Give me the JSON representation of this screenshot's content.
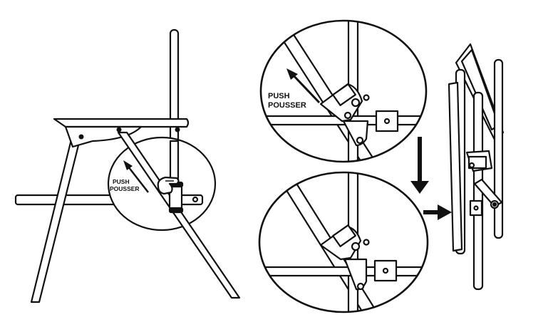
{
  "diagram": {
    "instruction_text": {
      "line1": "PUSH",
      "line2": "POUSSER"
    },
    "colors": {
      "stroke": "#111111",
      "background": "#ffffff"
    },
    "panels": [
      "chair-with-detail-circle",
      "closeup-push-latch",
      "closeup-latch-released",
      "folded-chair"
    ],
    "icons": [
      "hand-icon",
      "push-arrow-icon",
      "down-arrow-icon",
      "right-arrow-icon"
    ]
  }
}
